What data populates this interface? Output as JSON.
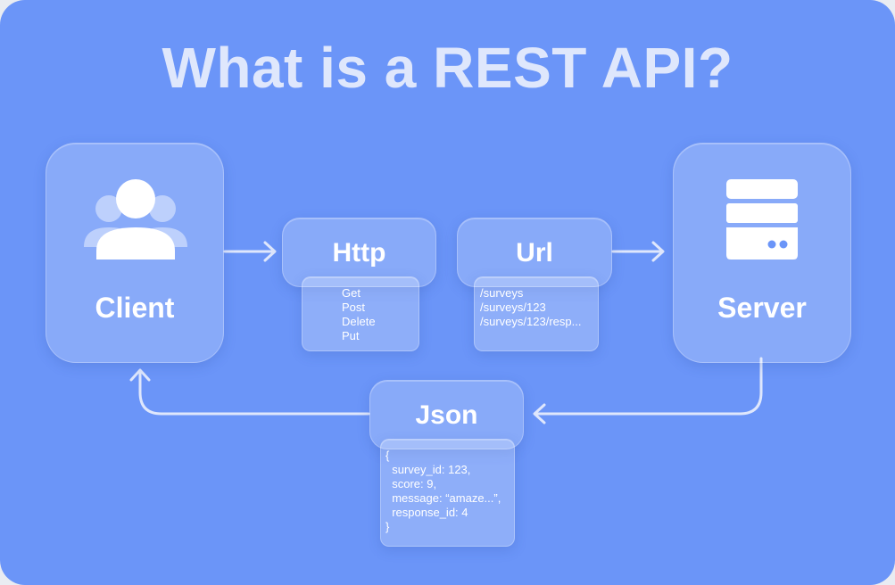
{
  "title": "What is a REST API?",
  "colors": {
    "background": "#6b95f8",
    "title": "#dfe7fc",
    "text": "#ffffff",
    "connector": "#dfe7fc"
  },
  "client": {
    "label": "Client",
    "icon": "users-icon"
  },
  "server": {
    "label": "Server",
    "icon": "server-icon"
  },
  "http": {
    "label": "Http",
    "methods": [
      "Get",
      "Post",
      "Delete",
      "Put"
    ]
  },
  "url": {
    "label": "Url",
    "paths": [
      "/surveys",
      "/surveys/123",
      "/surveys/123/resp..."
    ]
  },
  "json": {
    "label": "Json",
    "lines": [
      "{",
      "  survey_id: 123,",
      "  score: 9,",
      "  message: “amaze...”,",
      "  response_id: 4",
      "}"
    ]
  }
}
